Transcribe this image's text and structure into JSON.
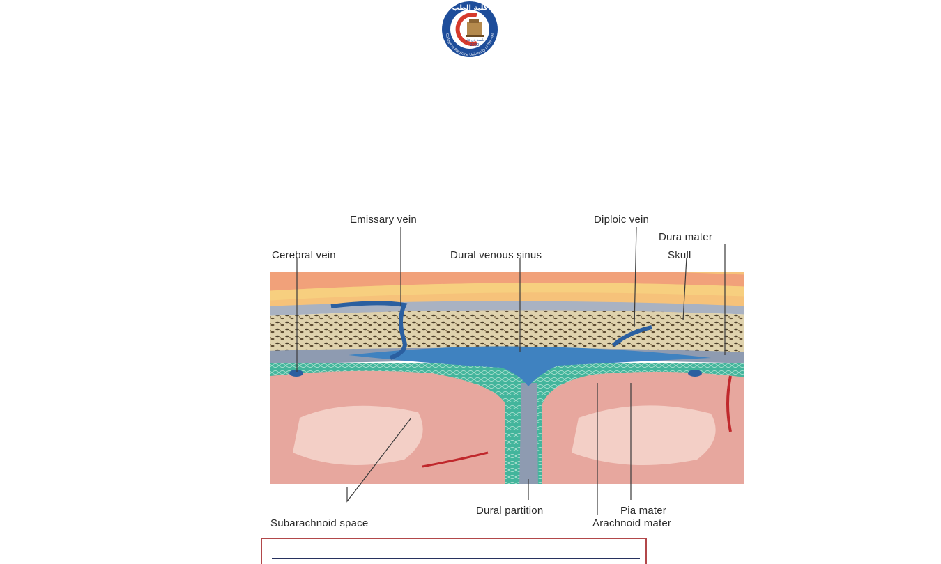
{
  "logo": {
    "arabic_title": "كلية الطب",
    "arabic_university": "جامعة ذي قار",
    "english_ring": "College of Medicine University of Thi - Qar",
    "year": "2002"
  },
  "diagram": {
    "labels": {
      "emissary_vein": "Emissary vein",
      "diploic_vein": "Diploic vein",
      "dura_mater": "Dura mater",
      "cerebral_vein": "Cerebral vein",
      "dural_venous_sinus": "Dural venous sinus",
      "skull": "Skull",
      "subarachnoid_space": "Subarachnoid space",
      "dural_partition": "Dural partition",
      "pia_mater": "Pia mater",
      "arachnoid_mater": "Arachnoid mater"
    }
  },
  "colors": {
    "scalp": "#f6c27a",
    "skull_bone": "#dfd2ad",
    "dura": "#8e9bb1",
    "sinus_blue": "#3f82c0",
    "subarachnoid_green": "#3fb39a",
    "cortex_pink": "#e7a79e",
    "white_matter": "#f3cfc6",
    "frame_red": "#b2474a"
  }
}
